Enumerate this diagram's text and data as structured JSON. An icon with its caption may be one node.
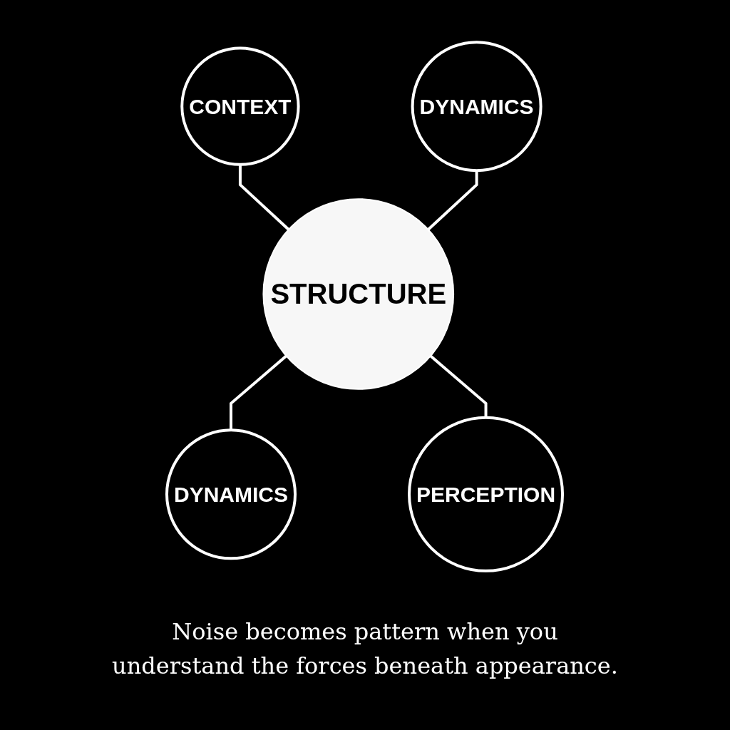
{
  "diagram": {
    "caption": "Noise becomes pattern when you understand the forces beneath appearance.",
    "nodes": [
      {
        "text": [
          "CONTEXT"
        ]
      },
      {
        "text": [
          "DYNAMICS"
        ]
      },
      {
        "text": [
          "STRUCTURE"
        ]
      },
      {
        "text": [
          "DYNAMICS"
        ]
      },
      {
        "text": [
          "PERCEPTION"
        ]
      }
    ],
    "edges": [
      {
        "from": 0,
        "to": 2,
        "arrow": "none"
      },
      {
        "from": 1,
        "to": 2,
        "arrow": "none"
      },
      {
        "from": 2,
        "to": 3,
        "arrow": "none"
      },
      {
        "from": 2,
        "to": 4,
        "arrow": "none"
      }
    ]
  }
}
